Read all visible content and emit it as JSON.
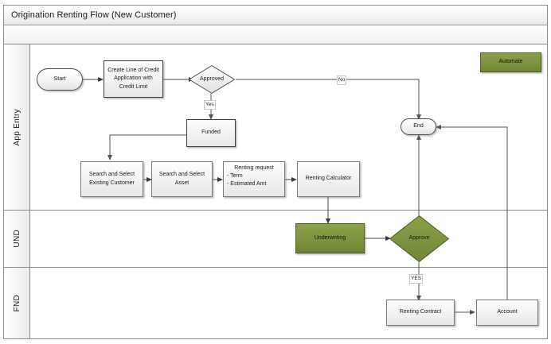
{
  "diagram": {
    "title": "Origination Renting Flow (New Customer)",
    "colors": {
      "green_fill": "#7d9340",
      "green_stroke": "#4f5f26",
      "shape_fill": "#f3f3f3",
      "shape_stroke": "#3f3f3f",
      "connector": "#555555",
      "lane_border": "#8c8c8c"
    }
  },
  "lanes": [
    {
      "id": "app-entry",
      "label": "App Entry"
    },
    {
      "id": "und",
      "label": "UND"
    },
    {
      "id": "fnd",
      "label": "FND"
    }
  ],
  "legend": {
    "automate_label": "Automate"
  },
  "nodes": {
    "start": {
      "label": "Start",
      "type": "terminator",
      "lane": "app-entry"
    },
    "create_loc": {
      "label": "Create Line of Credit Application with Credit Limit",
      "type": "process",
      "lane": "app-entry"
    },
    "approved": {
      "label": "Approved",
      "type": "decision",
      "lane": "app-entry"
    },
    "end": {
      "label": "End",
      "type": "terminator",
      "lane": "app-entry"
    },
    "funded": {
      "label": "Funded",
      "type": "process",
      "lane": "app-entry"
    },
    "search_customer": {
      "label": "Search and Select Existing Customer",
      "type": "process",
      "lane": "app-entry"
    },
    "search_asset": {
      "label": "Search and Select Asset",
      "type": "process",
      "lane": "app-entry"
    },
    "renting_request": {
      "label": "Renting request - Term - Estimated Amt",
      "line1": "Renting request",
      "line2": "- Term",
      "line3": "- Estimated Amt",
      "type": "process",
      "lane": "app-entry"
    },
    "renting_calculator": {
      "label": "Renting Calculator",
      "type": "process",
      "lane": "app-entry"
    },
    "underwriting": {
      "label": "Underwriting",
      "type": "process-green",
      "lane": "und"
    },
    "approve": {
      "label": "Approve",
      "type": "decision-green",
      "lane": "und"
    },
    "renting_contract": {
      "label": "Renting Contract",
      "type": "process",
      "lane": "fnd"
    },
    "account": {
      "label": "Account",
      "type": "process",
      "lane": "fnd"
    }
  },
  "edge_labels": {
    "approved_no": "No",
    "approved_yes": "Yes",
    "approve_yes": "YES"
  }
}
